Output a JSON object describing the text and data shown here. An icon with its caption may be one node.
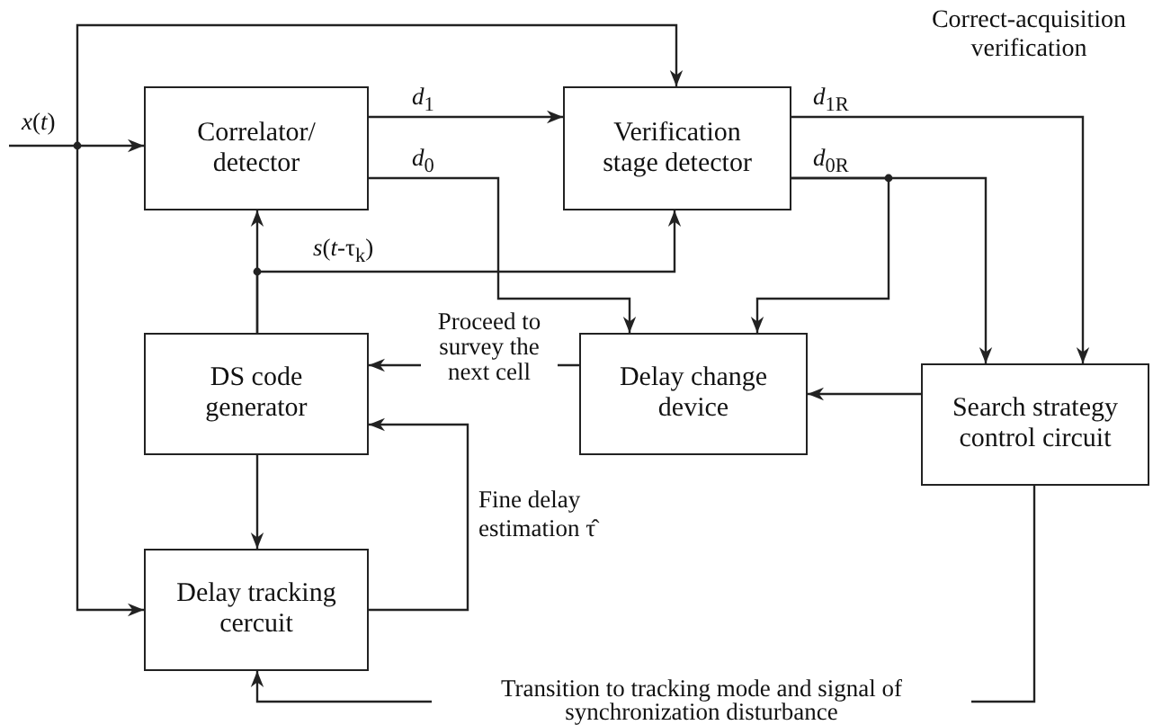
{
  "diagram": {
    "nodes": [
      {
        "text": [
          "Correlator/ detector"
        ]
      },
      {
        "text": [
          "Verification stage detector"
        ]
      },
      {
        "text": [
          "DS code generator"
        ]
      },
      {
        "text": [
          "Delay change device"
        ]
      },
      {
        "text": [
          "Search strategy control circuit"
        ]
      },
      {
        "text": [
          "Delay tracking cercuit"
        ]
      }
    ],
    "edges": [
      {
        "from": null,
        "to": 0,
        "arrow": "to",
        "label": "*x*(*t*)"
      },
      {
        "from": null,
        "to": 1,
        "arrow": "to"
      },
      {
        "from": null,
        "to": 5,
        "arrow": "to"
      },
      {
        "from": 0,
        "to": 1,
        "arrow": "to",
        "label": "*d*$_{1}$"
      },
      {
        "from": 0,
        "to": 3,
        "arrow": "to",
        "label": "*d*$_{0}$"
      },
      {
        "from": 2,
        "to": 0,
        "arrow": "to"
      },
      {
        "from": 2,
        "to": 1,
        "arrow": "to",
        "label": "*s*(*t*-τ$_{k}$)"
      },
      {
        "from": 1,
        "to": 4,
        "arrow": "to",
        "label": "*d*$_{1R}$"
      },
      {
        "from": 1,
        "to": 4,
        "arrow": "to",
        "label": "*d*$_{0R}$"
      },
      {
        "from": 1,
        "to": 3,
        "arrow": "to"
      },
      {
        "from": 4,
        "to": 3,
        "arrow": "to"
      },
      {
        "from": 3,
        "to": 2,
        "arrow": "to",
        "label": "Proceed to survey the next cell"
      },
      {
        "from": 2,
        "to": 5,
        "arrow": "to"
      },
      {
        "from": 5,
        "to": 2,
        "arrow": "to",
        "label": "Fine delay estimation τ̂"
      },
      {
        "from": 4,
        "to": 5,
        "arrow": "to",
        "label": "Transition to tracking mode and signal of synchronization disturbance"
      }
    ],
    "labels": [
      "Correct-acquisition verification"
    ]
  }
}
